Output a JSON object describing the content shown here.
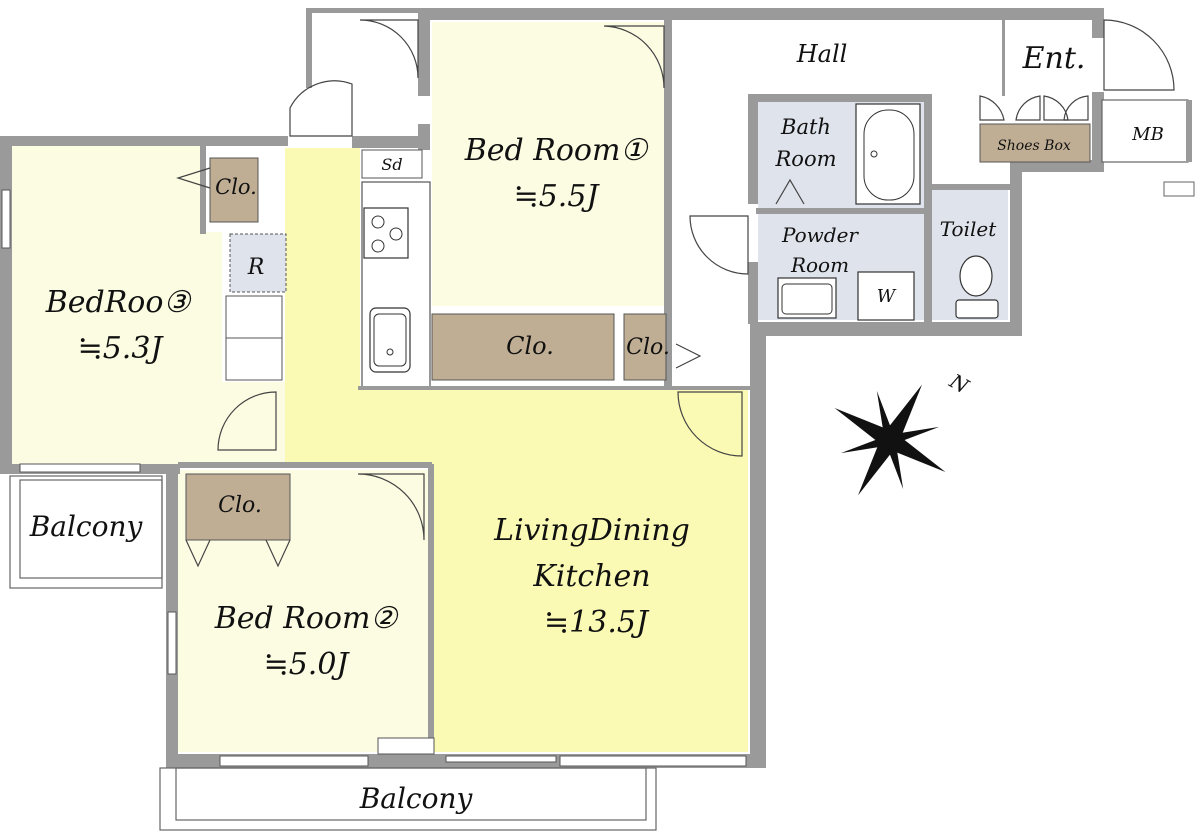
{
  "rooms": {
    "bed1": {
      "name": "Bed Room①",
      "area": "≒5.5J"
    },
    "bed2": {
      "name": "Bed Room②",
      "area": "≒5.0J"
    },
    "bed3": {
      "name": "BedRoo③",
      "area": "≒5.3J"
    },
    "ldk": {
      "name_line1": "LivingDining",
      "name_line2": "Kitchen",
      "area": "≒13.5J"
    },
    "hall": "Hall",
    "entrance": "Ent.",
    "bath_line1": "Bath",
    "bath_line2": "Room",
    "powder_line1": "Powder",
    "powder_line2": "Room",
    "toilet": "Toilet",
    "shoes_box": "Shoes Box",
    "meter_box": "MB",
    "washer": "W",
    "fridge": "R",
    "shelf": "Sd",
    "balcony_side": "Balcony",
    "balcony_main": "Balcony"
  },
  "closets": {
    "bed3": "Clo.",
    "bed2": "Clo.",
    "bed1_main": "Clo.",
    "bed1_small": "Clo."
  },
  "compass": {
    "north_label": "N"
  },
  "colors": {
    "ldk": "#fafab4",
    "bedroom": "#fcfce3",
    "wet_area": "#dfe3ec",
    "closet": "#bfae94",
    "wall": "#9a9a9a"
  }
}
